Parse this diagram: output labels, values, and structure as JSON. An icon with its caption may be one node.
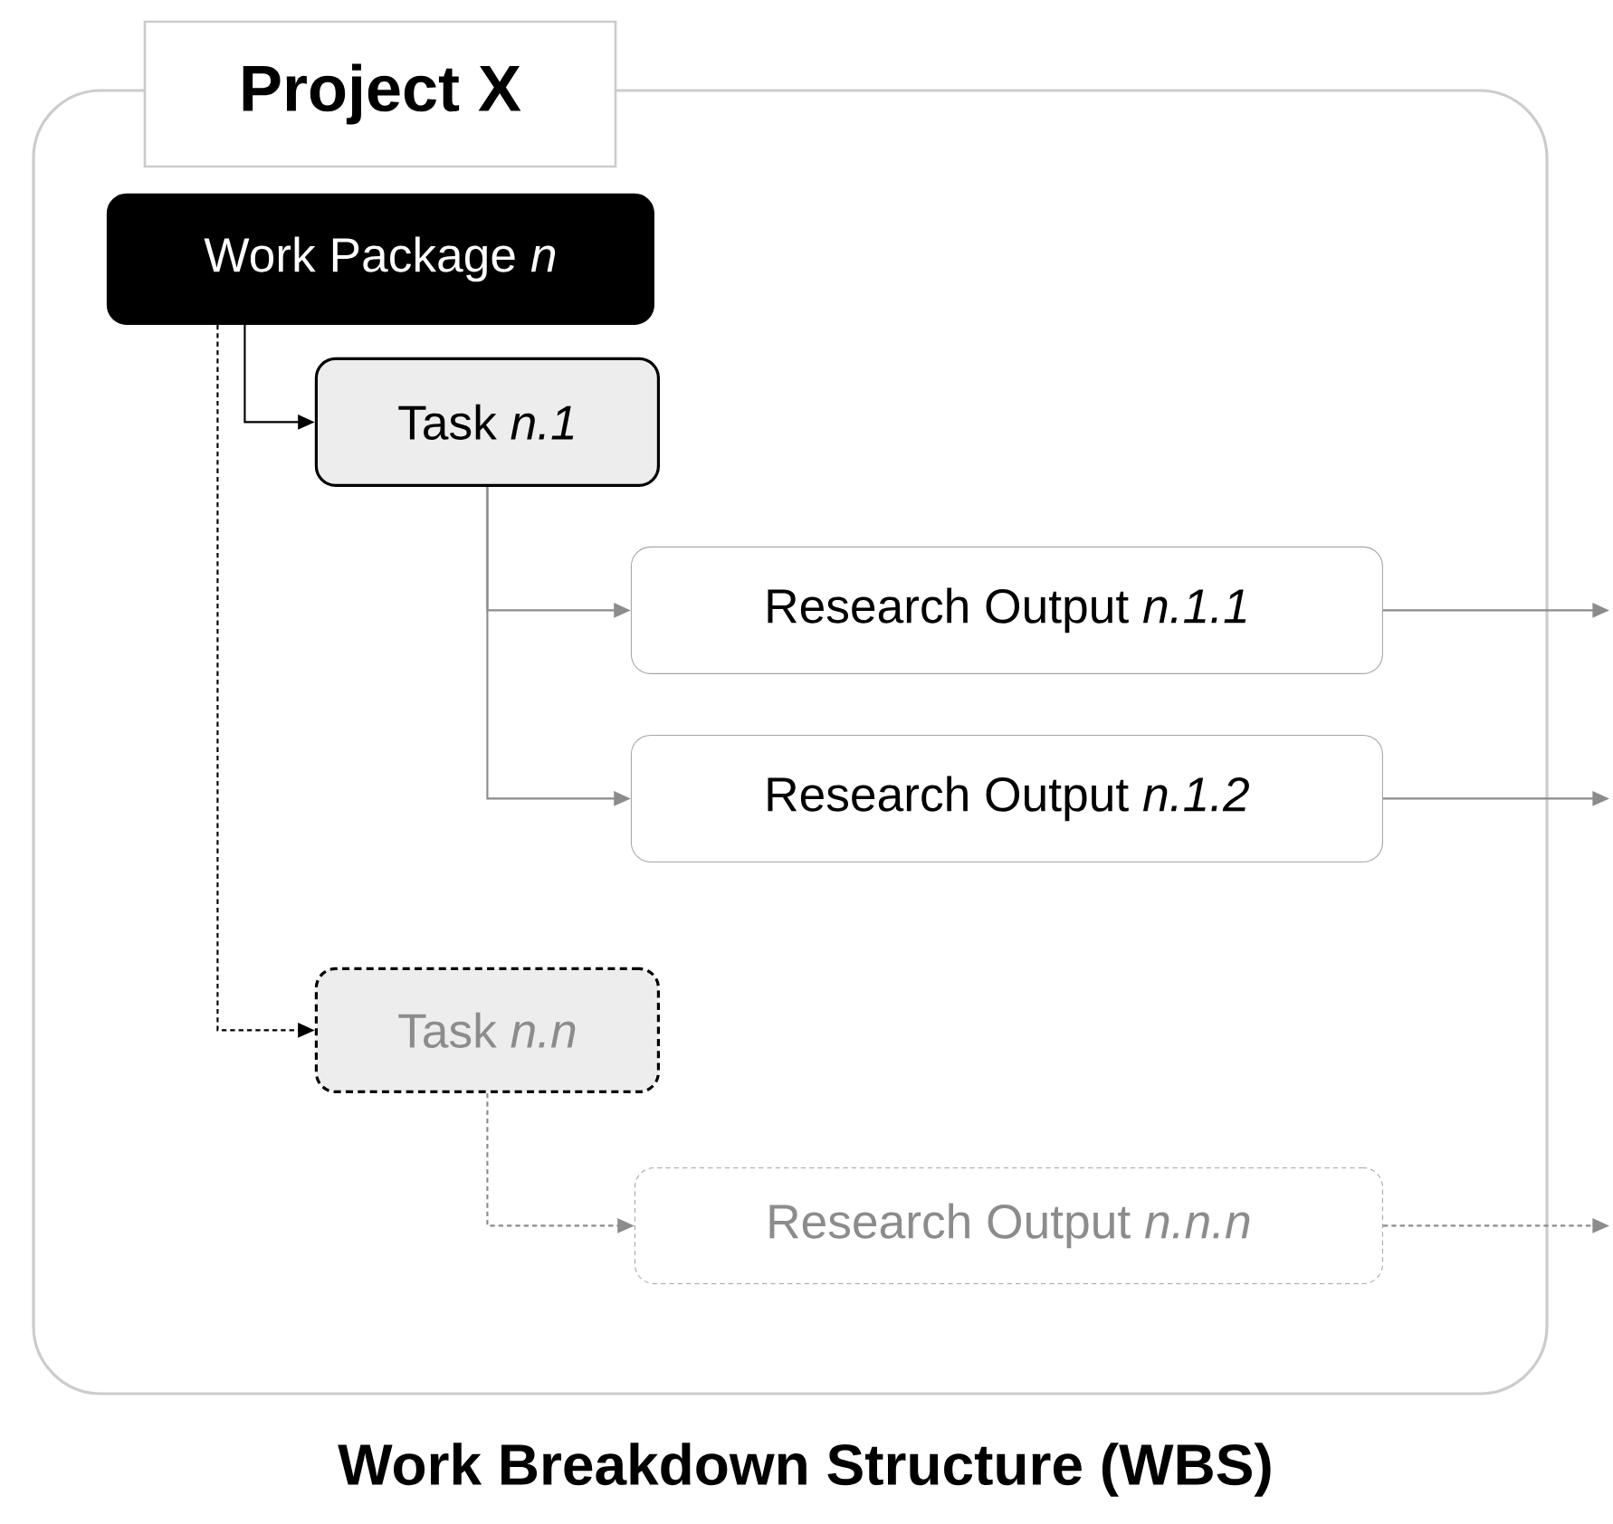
{
  "diagram": {
    "caption": "Work Breakdown Structure (WBS)",
    "nodes": [
      {
        "text": [
          "Project X"
        ]
      },
      {
        "text": [
          "Work Package *n*"
        ],
        "in": 0
      },
      {
        "text": [
          "Task *n.1*"
        ],
        "in": 0
      },
      {
        "text": [
          "Research Output *n.1.1*"
        ],
        "in": 0
      },
      {
        "text": [
          "Research Output  *n.1.2*"
        ],
        "in": 0
      },
      {
        "text": [
          "Task *n.n*"
        ],
        "in": 0
      },
      {
        "text": [
          "Research Output *n.n.n*"
        ],
        "in": 0
      }
    ],
    "edges": [
      {
        "from": 1,
        "to": 2,
        "arrow": "to",
        "color": "#000000"
      },
      {
        "from": 1,
        "to": 5,
        "arrow": "to",
        "style": "dashed",
        "color": "#000000"
      },
      {
        "from": 2,
        "to": 3,
        "arrow": "to"
      },
      {
        "from": 2,
        "to": 4,
        "arrow": "to"
      },
      {
        "from": 5,
        "to": 6,
        "arrow": "to",
        "style": "dashed"
      },
      {
        "from": 3,
        "to": null,
        "arrow": "to"
      },
      {
        "from": 4,
        "to": null,
        "arrow": "to"
      },
      {
        "from": 6,
        "to": null,
        "arrow": "to",
        "style": "dashed"
      }
    ]
  }
}
